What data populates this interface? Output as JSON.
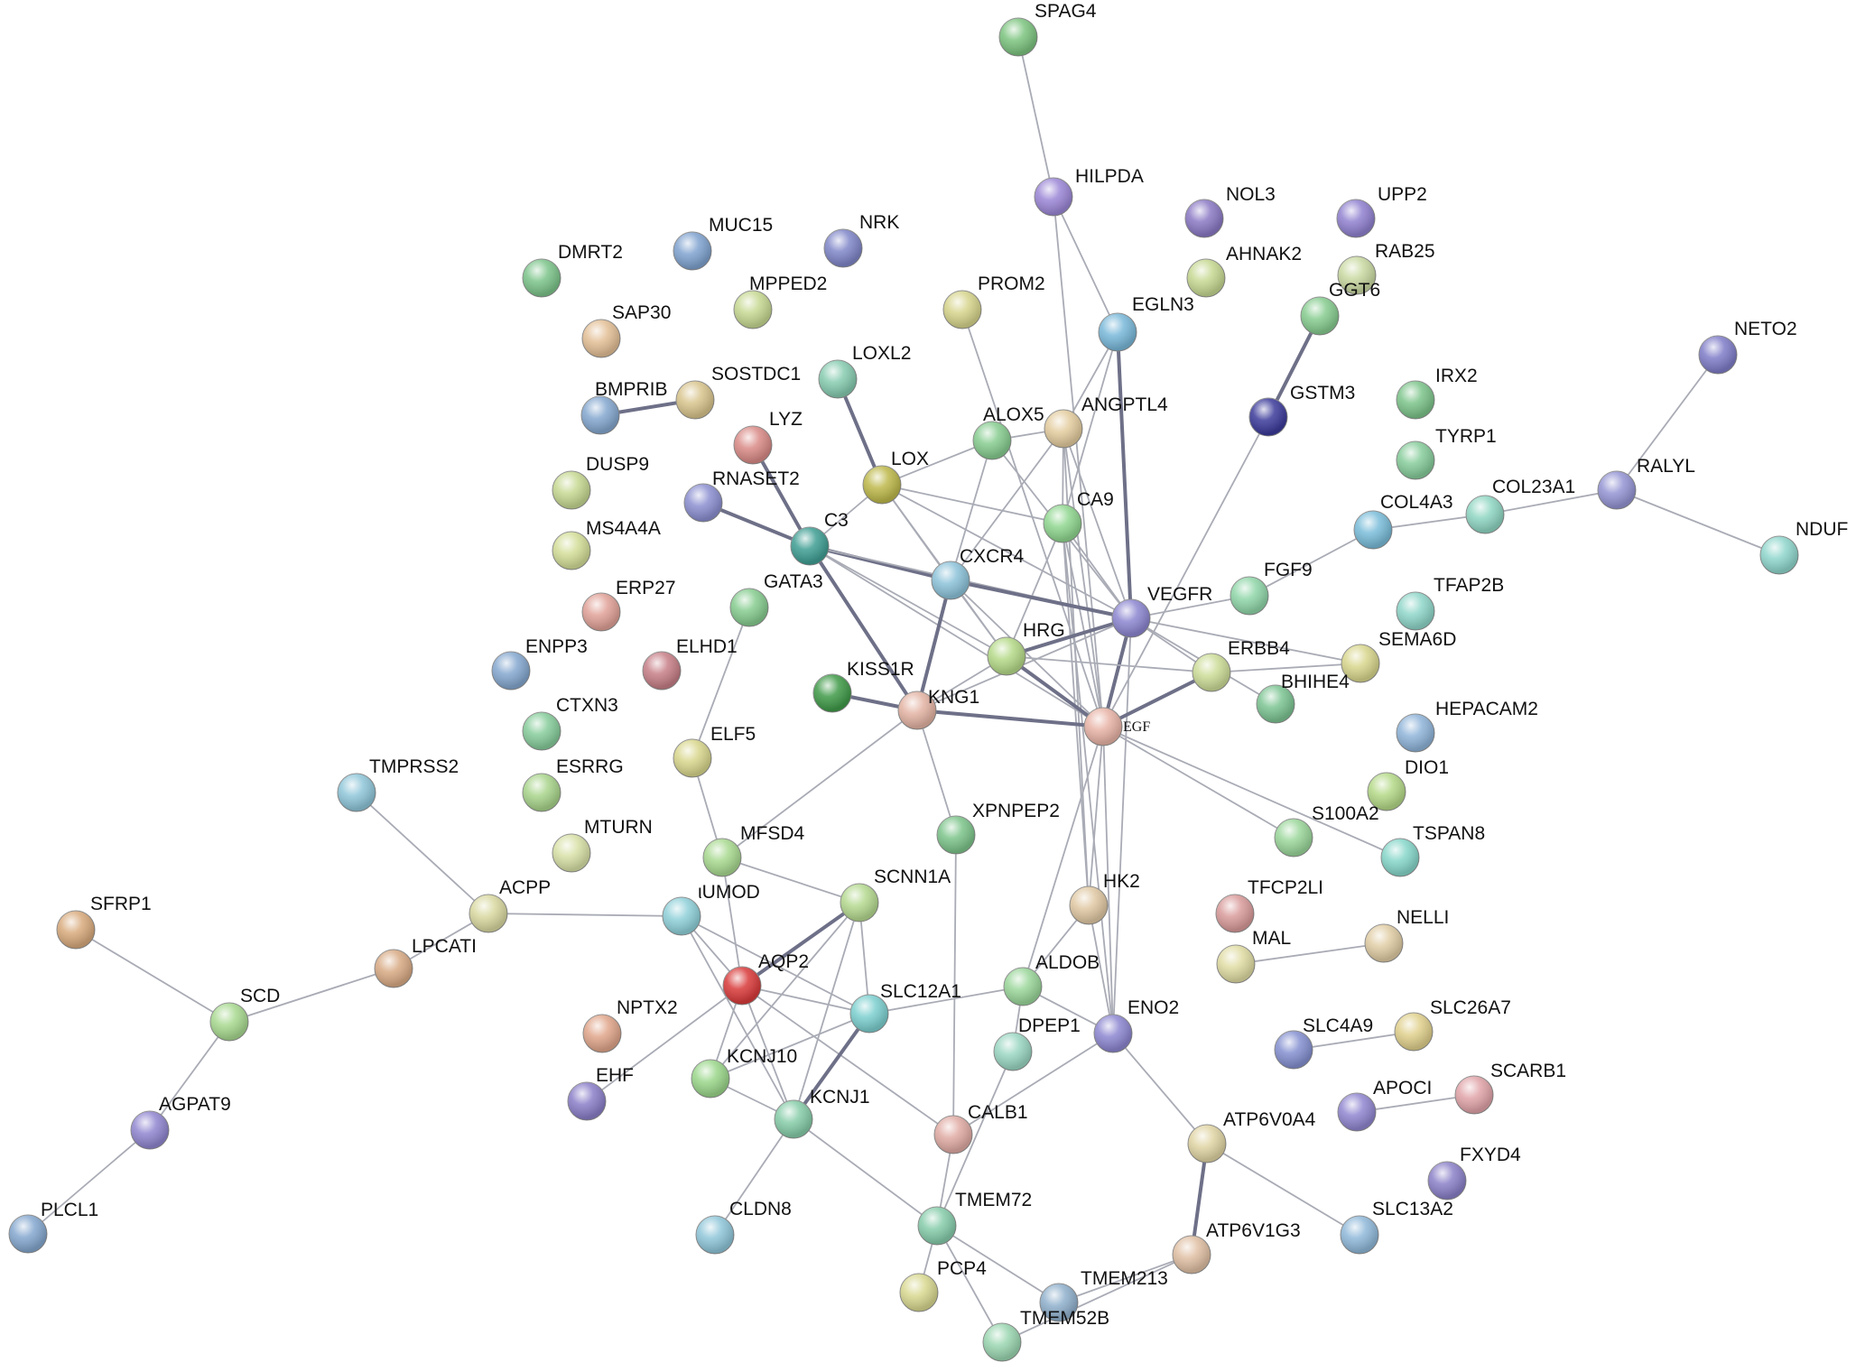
{
  "nodes": [
    {
      "id": "SPAG4",
      "label": "SPAG4",
      "color": "#7cc47f"
    },
    {
      "id": "HILPDA",
      "label": "HILPDA",
      "color": "#9b86d6"
    },
    {
      "id": "NOL3",
      "label": "NOL3",
      "color": "#8a78c4"
    },
    {
      "id": "UPP2",
      "label": "UPP2",
      "color": "#9080cf"
    },
    {
      "id": "NRK",
      "label": "NRK",
      "color": "#7f86c8"
    },
    {
      "id": "MUC15",
      "label": "MUC15",
      "color": "#7fa2cf"
    },
    {
      "id": "DMRT2",
      "label": "DMRT2",
      "color": "#7cc48a"
    },
    {
      "id": "AHNAK2",
      "label": "AHNAK2",
      "color": "#c6d891"
    },
    {
      "id": "RAB25",
      "label": "RAB25",
      "color": "#c9d9a1"
    },
    {
      "id": "MPPED2",
      "label": "MPPED2",
      "color": "#c6d891"
    },
    {
      "id": "PROM2",
      "label": "PROM2",
      "color": "#d6d48b"
    },
    {
      "id": "EGLN3",
      "label": "EGLN3",
      "color": "#79b8d9"
    },
    {
      "id": "GGT6",
      "label": "GGT6",
      "color": "#86cc8f"
    },
    {
      "id": "SAP30",
      "label": "SAP30",
      "color": "#e3bf96"
    },
    {
      "id": "NETO2",
      "label": "NETO2",
      "color": "#7f7cc8"
    },
    {
      "id": "LOXL2",
      "label": "LOXL2",
      "color": "#86cbb0"
    },
    {
      "id": "SOSTDC1",
      "label": "SOSTDC1",
      "color": "#d8c48c"
    },
    {
      "id": "BMPRIB",
      "label": "BMPRIB",
      "color": "#84a7cf"
    },
    {
      "id": "GSTM3",
      "label": "GSTM3",
      "color": "#3b3a9a"
    },
    {
      "id": "IRX2",
      "label": "IRX2",
      "color": "#7cc48a"
    },
    {
      "id": "LYZ",
      "label": "LYZ",
      "color": "#d98a86"
    },
    {
      "id": "ALOX5",
      "label": "ALOX5",
      "color": "#86cc8f"
    },
    {
      "id": "ANGPTL4",
      "label": "ANGPTL4",
      "color": "#e3cc9e"
    },
    {
      "id": "DUSP9",
      "label": "DUSP9",
      "color": "#c6d891"
    },
    {
      "id": "LOX",
      "label": "LOX",
      "color": "#bdb84a"
    },
    {
      "id": "TYRP1",
      "label": "TYRP1",
      "color": "#86cc9a"
    },
    {
      "id": "RNASET2",
      "label": "RNASET2",
      "color": "#8b8fd0"
    },
    {
      "id": "RALYL",
      "label": "RALYL",
      "color": "#9494d4"
    },
    {
      "id": "COL4A3",
      "label": "COL4A3",
      "color": "#79bcd9"
    },
    {
      "id": "COL23A1",
      "label": "COL23A1",
      "color": "#8fd6c2"
    },
    {
      "id": "NDUF",
      "label": "NDUF",
      "color": "#8fd6cc"
    },
    {
      "id": "MS4A4A",
      "label": "MS4A4A",
      "color": "#d3dd97"
    },
    {
      "id": "CA9",
      "label": "CA9",
      "color": "#8fd68f"
    },
    {
      "id": "C3",
      "label": "C3",
      "color": "#3f9e93"
    },
    {
      "id": "CXCR4",
      "label": "CXCR4",
      "color": "#8cc2d9"
    },
    {
      "id": "ERP27",
      "label": "ERP27",
      "color": "#e0a197"
    },
    {
      "id": "GATA3",
      "label": "GATA3",
      "color": "#86cc8f"
    },
    {
      "id": "FGF9",
      "label": "FGF9",
      "color": "#8fd6a8"
    },
    {
      "id": "VEGFR",
      "label": "VEGFR",
      "color": "#8c86d0"
    },
    {
      "id": "TFAP2B",
      "label": "TFAP2B",
      "color": "#8fd6c9"
    },
    {
      "id": "ENPP3",
      "label": "ENPP3",
      "color": "#84a7cf"
    },
    {
      "id": "ELHD1",
      "label": "ELHD1",
      "color": "#c67e86"
    },
    {
      "id": "HRG",
      "label": "HRG",
      "color": "#b4d987"
    },
    {
      "id": "ERBB4",
      "label": "ERBB4",
      "color": "#ccdc97"
    },
    {
      "id": "SEMA6D",
      "label": "SEMA6D",
      "color": "#d8d68c"
    },
    {
      "id": "KISS1R",
      "label": "KISS1R",
      "color": "#3f9a48"
    },
    {
      "id": "KNG1",
      "label": "KNG1",
      "color": "#e3b3a3"
    },
    {
      "id": "BHIHE4",
      "label": "BHIHE4",
      "color": "#7cc492"
    },
    {
      "id": "EGF",
      "label": "EGF",
      "color": "#e8b3a6"
    },
    {
      "id": "CTXN3",
      "label": "CTXN3",
      "color": "#86cc9a"
    },
    {
      "id": "HEPACAM2",
      "label": "HEPACAM2",
      "color": "#8fb4d9"
    },
    {
      "id": "ESRRG",
      "label": "ESRRG",
      "color": "#a8d48b"
    },
    {
      "id": "ELF5",
      "label": "ELF5",
      "color": "#d8d68c"
    },
    {
      "id": "TMPRSS2",
      "label": "TMPRSS2",
      "color": "#8fc6d9"
    },
    {
      "id": "DIO1",
      "label": "DIO1",
      "color": "#b4d987"
    },
    {
      "id": "XPNPEP2",
      "label": "XPNPEP2",
      "color": "#7cc48a"
    },
    {
      "id": "S100A2",
      "label": "S100A2",
      "color": "#9ad69a"
    },
    {
      "id": "TSPAN8",
      "label": "TSPAN8",
      "color": "#86d6c9"
    },
    {
      "id": "MTURN",
      "label": "MTURN",
      "color": "#d8e0a6"
    },
    {
      "id": "MFSD4",
      "label": "MFSD4",
      "color": "#a8d990"
    },
    {
      "id": "SFRP1",
      "label": "SFRP1",
      "color": "#d8aa7c"
    },
    {
      "id": "ACPP",
      "label": "ACPP",
      "color": "#d8d8a0"
    },
    {
      "id": "UMOD",
      "label": "ιUMOD",
      "color": "#8fd0d9"
    },
    {
      "id": "SCNN1A",
      "label": "SCNN1A",
      "color": "#b4d98f"
    },
    {
      "id": "HK2",
      "label": "HK2",
      "color": "#e0c8a3"
    },
    {
      "id": "TFCP2LI",
      "label": "TFCP2LI",
      "color": "#d99a9a"
    },
    {
      "id": "NELLI",
      "label": "NELLI",
      "color": "#e0cca3"
    },
    {
      "id": "LPCATI",
      "label": "LPCATI",
      "color": "#d8aa84"
    },
    {
      "id": "MAL",
      "label": "MAL",
      "color": "#e0dca3"
    },
    {
      "id": "AQP2",
      "label": "AQP2",
      "color": "#d93a3a"
    },
    {
      "id": "SCD",
      "label": "SCD",
      "color": "#a8d990"
    },
    {
      "id": "ALDOB",
      "label": "ALDOB",
      "color": "#9ad69a"
    },
    {
      "id": "SLC12A1",
      "label": "SLC12A1",
      "color": "#7ccfcf"
    },
    {
      "id": "NPTX2",
      "label": "NPTX2",
      "color": "#e0a58a"
    },
    {
      "id": "ENO2",
      "label": "ENO2",
      "color": "#8c86d0"
    },
    {
      "id": "DPEP1",
      "label": "DPEP1",
      "color": "#9ad6c2"
    },
    {
      "id": "SLC4A9",
      "label": "SLC4A9",
      "color": "#8490d0"
    },
    {
      "id": "SLC26A7",
      "label": "SLC26A7",
      "color": "#e0d08c"
    },
    {
      "id": "KCNJ10",
      "label": "KCNJ10",
      "color": "#9ad68a"
    },
    {
      "id": "EHF",
      "label": "EHF",
      "color": "#8a7ec8"
    },
    {
      "id": "SCARB1",
      "label": "SCARB1",
      "color": "#e0a3a8"
    },
    {
      "id": "APOCI",
      "label": "APOCI",
      "color": "#9086d0"
    },
    {
      "id": "AGPAT9",
      "label": "AGPAT9",
      "color": "#9086d0"
    },
    {
      "id": "KCNJ1",
      "label": "KCNJ1",
      "color": "#86cca8"
    },
    {
      "id": "CALB1",
      "label": "CALB1",
      "color": "#e0aaa3"
    },
    {
      "id": "ATP6V0A4",
      "label": "ATP6V0A4",
      "color": "#e0d4a3"
    },
    {
      "id": "FXYD4",
      "label": "FXYD4",
      "color": "#8a80c8"
    },
    {
      "id": "PLCL1",
      "label": "PLCL1",
      "color": "#84a7cf"
    },
    {
      "id": "CLDN8",
      "label": "CLDN8",
      "color": "#8fc6d9"
    },
    {
      "id": "TMEM72",
      "label": "TMEM72",
      "color": "#86ccaa"
    },
    {
      "id": "SLC13A2",
      "label": "SLC13A2",
      "color": "#8fb8d9"
    },
    {
      "id": "ATP6V1G3",
      "label": "ATP6V1G3",
      "color": "#e0bfa3"
    },
    {
      "id": "PCP4",
      "label": "PCP4",
      "color": "#d8d890"
    },
    {
      "id": "TMEM213",
      "label": "TMEM213",
      "color": "#8fb0cc"
    },
    {
      "id": "TMEM52B",
      "label": "TMEM52B",
      "color": "#9ad6b0"
    }
  ],
  "edges": [
    [
      "SPAG4",
      "HILPDA"
    ],
    [
      "HILPDA",
      "EGLN3"
    ],
    [
      "HILPDA",
      "EGF"
    ],
    [
      "EGLN3",
      "VEGFR"
    ],
    [
      "EGLN3",
      "ANGPTL4"
    ],
    [
      "EGLN3",
      "CA9"
    ],
    [
      "GGT6",
      "GSTM3"
    ],
    [
      "GSTM3",
      "EGF"
    ],
    [
      "BMPRIB",
      "SOSTDC1"
    ],
    [
      "LOXL2",
      "LOX"
    ],
    [
      "RNASET2",
      "C3"
    ],
    [
      "LYZ",
      "C3"
    ],
    [
      "C3",
      "CXCR4"
    ],
    [
      "C3",
      "VEGFR"
    ],
    [
      "C3",
      "KNG1"
    ],
    [
      "C3",
      "HRG"
    ],
    [
      "C3",
      "EGF"
    ],
    [
      "C3",
      "LOX"
    ],
    [
      "LOX",
      "ALOX5"
    ],
    [
      "LOX",
      "CA9"
    ],
    [
      "LOX",
      "VEGFR"
    ],
    [
      "LOX",
      "HRG"
    ],
    [
      "LOX",
      "CXCR4"
    ],
    [
      "ALOX5",
      "ANGPTL4"
    ],
    [
      "ALOX5",
      "CXCR4"
    ],
    [
      "ALOX5",
      "VEGFR"
    ],
    [
      "ANGPTL4",
      "VEGFR"
    ],
    [
      "ANGPTL4",
      "EGF"
    ],
    [
      "ANGPTL4",
      "CXCR4"
    ],
    [
      "ANGPTL4",
      "CA9"
    ],
    [
      "ANGPTL4",
      "HK2"
    ],
    [
      "CA9",
      "VEGFR"
    ],
    [
      "CA9",
      "EGF"
    ],
    [
      "CA9",
      "HRG"
    ],
    [
      "CA9",
      "ENO2"
    ],
    [
      "CA9",
      "HK2"
    ],
    [
      "PROM2",
      "EGF"
    ],
    [
      "CXCR4",
      "VEGFR"
    ],
    [
      "CXCR4",
      "KNG1"
    ],
    [
      "CXCR4",
      "EGF"
    ],
    [
      "CXCR4",
      "HRG"
    ],
    [
      "VEGFR",
      "HRG"
    ],
    [
      "VEGFR",
      "EGF"
    ],
    [
      "VEGFR",
      "ERBB4"
    ],
    [
      "VEGFR",
      "FGF9"
    ],
    [
      "VEGFR",
      "KNG1"
    ],
    [
      "VEGFR",
      "BHIHE4"
    ],
    [
      "VEGFR",
      "SEMA6D"
    ],
    [
      "VEGFR",
      "ENO2"
    ],
    [
      "FGF9",
      "COL4A3"
    ],
    [
      "COL4A3",
      "COL23A1"
    ],
    [
      "COL23A1",
      "RALYL"
    ],
    [
      "RALYL",
      "NETO2"
    ],
    [
      "RALYL",
      "NDUF"
    ],
    [
      "ERBB4",
      "EGF"
    ],
    [
      "ERBB4",
      "SEMA6D"
    ],
    [
      "ERBB4",
      "HRG"
    ],
    [
      "HRG",
      "KNG1"
    ],
    [
      "HRG",
      "EGF"
    ],
    [
      "KISS1R",
      "KNG1"
    ],
    [
      "KNG1",
      "EGF"
    ],
    [
      "KNG1",
      "XPNPEP2"
    ],
    [
      "KNG1",
      "MFSD4"
    ],
    [
      "GATA3",
      "ELF5"
    ],
    [
      "ELF5",
      "MFSD4"
    ],
    [
      "EGF",
      "S100A2"
    ],
    [
      "EGF",
      "TSPAN8"
    ],
    [
      "EGF",
      "HK2"
    ],
    [
      "EGF",
      "ENO2"
    ],
    [
      "EGF",
      "ALDOB"
    ],
    [
      "XPNPEP2",
      "CALB1"
    ],
    [
      "MFSD4",
      "AQP2"
    ],
    [
      "MFSD4",
      "SCNN1A"
    ],
    [
      "TMPRSS2",
      "ACPP"
    ],
    [
      "ACPP",
      "LPCATI"
    ],
    [
      "ACPP",
      "UMOD"
    ],
    [
      "SFRP1",
      "SCD"
    ],
    [
      "SCD",
      "LPCATI"
    ],
    [
      "SCD",
      "AGPAT9"
    ],
    [
      "AGPAT9",
      "PLCL1"
    ],
    [
      "UMOD",
      "AQP2"
    ],
    [
      "UMOD",
      "SLC12A1"
    ],
    [
      "UMOD",
      "KCNJ1"
    ],
    [
      "SCNN1A",
      "AQP2"
    ],
    [
      "SCNN1A",
      "SLC12A1"
    ],
    [
      "SCNN1A",
      "KCNJ1"
    ],
    [
      "SCNN1A",
      "KCNJ10"
    ],
    [
      "AQP2",
      "SLC12A1"
    ],
    [
      "AQP2",
      "KCNJ1"
    ],
    [
      "AQP2",
      "KCNJ10"
    ],
    [
      "AQP2",
      "CALB1"
    ],
    [
      "AQP2",
      "EHF"
    ],
    [
      "SLC12A1",
      "KCNJ1"
    ],
    [
      "SLC12A1",
      "ALDOB"
    ],
    [
      "SLC12A1",
      "KCNJ10"
    ],
    [
      "HK2",
      "ALDOB"
    ],
    [
      "HK2",
      "ENO2"
    ],
    [
      "ALDOB",
      "ENO2"
    ],
    [
      "ALDOB",
      "DPEP1"
    ],
    [
      "ENO2",
      "ATP6V0A4"
    ],
    [
      "ENO2",
      "CALB1"
    ],
    [
      "ATP6V0A4",
      "ATP6V1G3"
    ],
    [
      "ATP6V0A4",
      "SLC13A2"
    ],
    [
      "MAL",
      "NELLI"
    ],
    [
      "SLC4A9",
      "SLC26A7"
    ],
    [
      "APOCI",
      "SCARB1"
    ],
    [
      "KCNJ1",
      "CLDN8"
    ],
    [
      "KCNJ1",
      "TMEM72"
    ],
    [
      "KCNJ10",
      "KCNJ1"
    ],
    [
      "CALB1",
      "TMEM72"
    ],
    [
      "DPEP1",
      "TMEM72"
    ],
    [
      "TMEM72",
      "PCP4"
    ],
    [
      "TMEM72",
      "TMEM213"
    ],
    [
      "TMEM72",
      "TMEM52B"
    ],
    [
      "TMEM213",
      "ATP6V1G3"
    ],
    [
      "TMEM52B",
      "ATP6V1G3"
    ]
  ],
  "strong_edges": [
    [
      "BMPRIB",
      "SOSTDC1"
    ],
    [
      "LOXL2",
      "LOX"
    ],
    [
      "RNASET2",
      "C3"
    ],
    [
      "C3",
      "CXCR4"
    ],
    [
      "C3",
      "KNG1"
    ],
    [
      "CXCR4",
      "VEGFR"
    ],
    [
      "CXCR4",
      "KNG1"
    ],
    [
      "VEGFR",
      "HRG"
    ],
    [
      "VEGFR",
      "EGF"
    ],
    [
      "HRG",
      "EGF"
    ],
    [
      "KNG1",
      "EGF"
    ],
    [
      "ERBB4",
      "EGF"
    ],
    [
      "GGT6",
      "GSTM3"
    ],
    [
      "ATP6V0A4",
      "ATP6V1G3"
    ],
    [
      "SLC12A1",
      "KCNJ1"
    ],
    [
      "AQP2",
      "SCNN1A"
    ],
    [
      "EGLN3",
      "VEGFR"
    ],
    [
      "KISS1R",
      "KNG1"
    ],
    [
      "LYZ",
      "C3"
    ]
  ]
}
